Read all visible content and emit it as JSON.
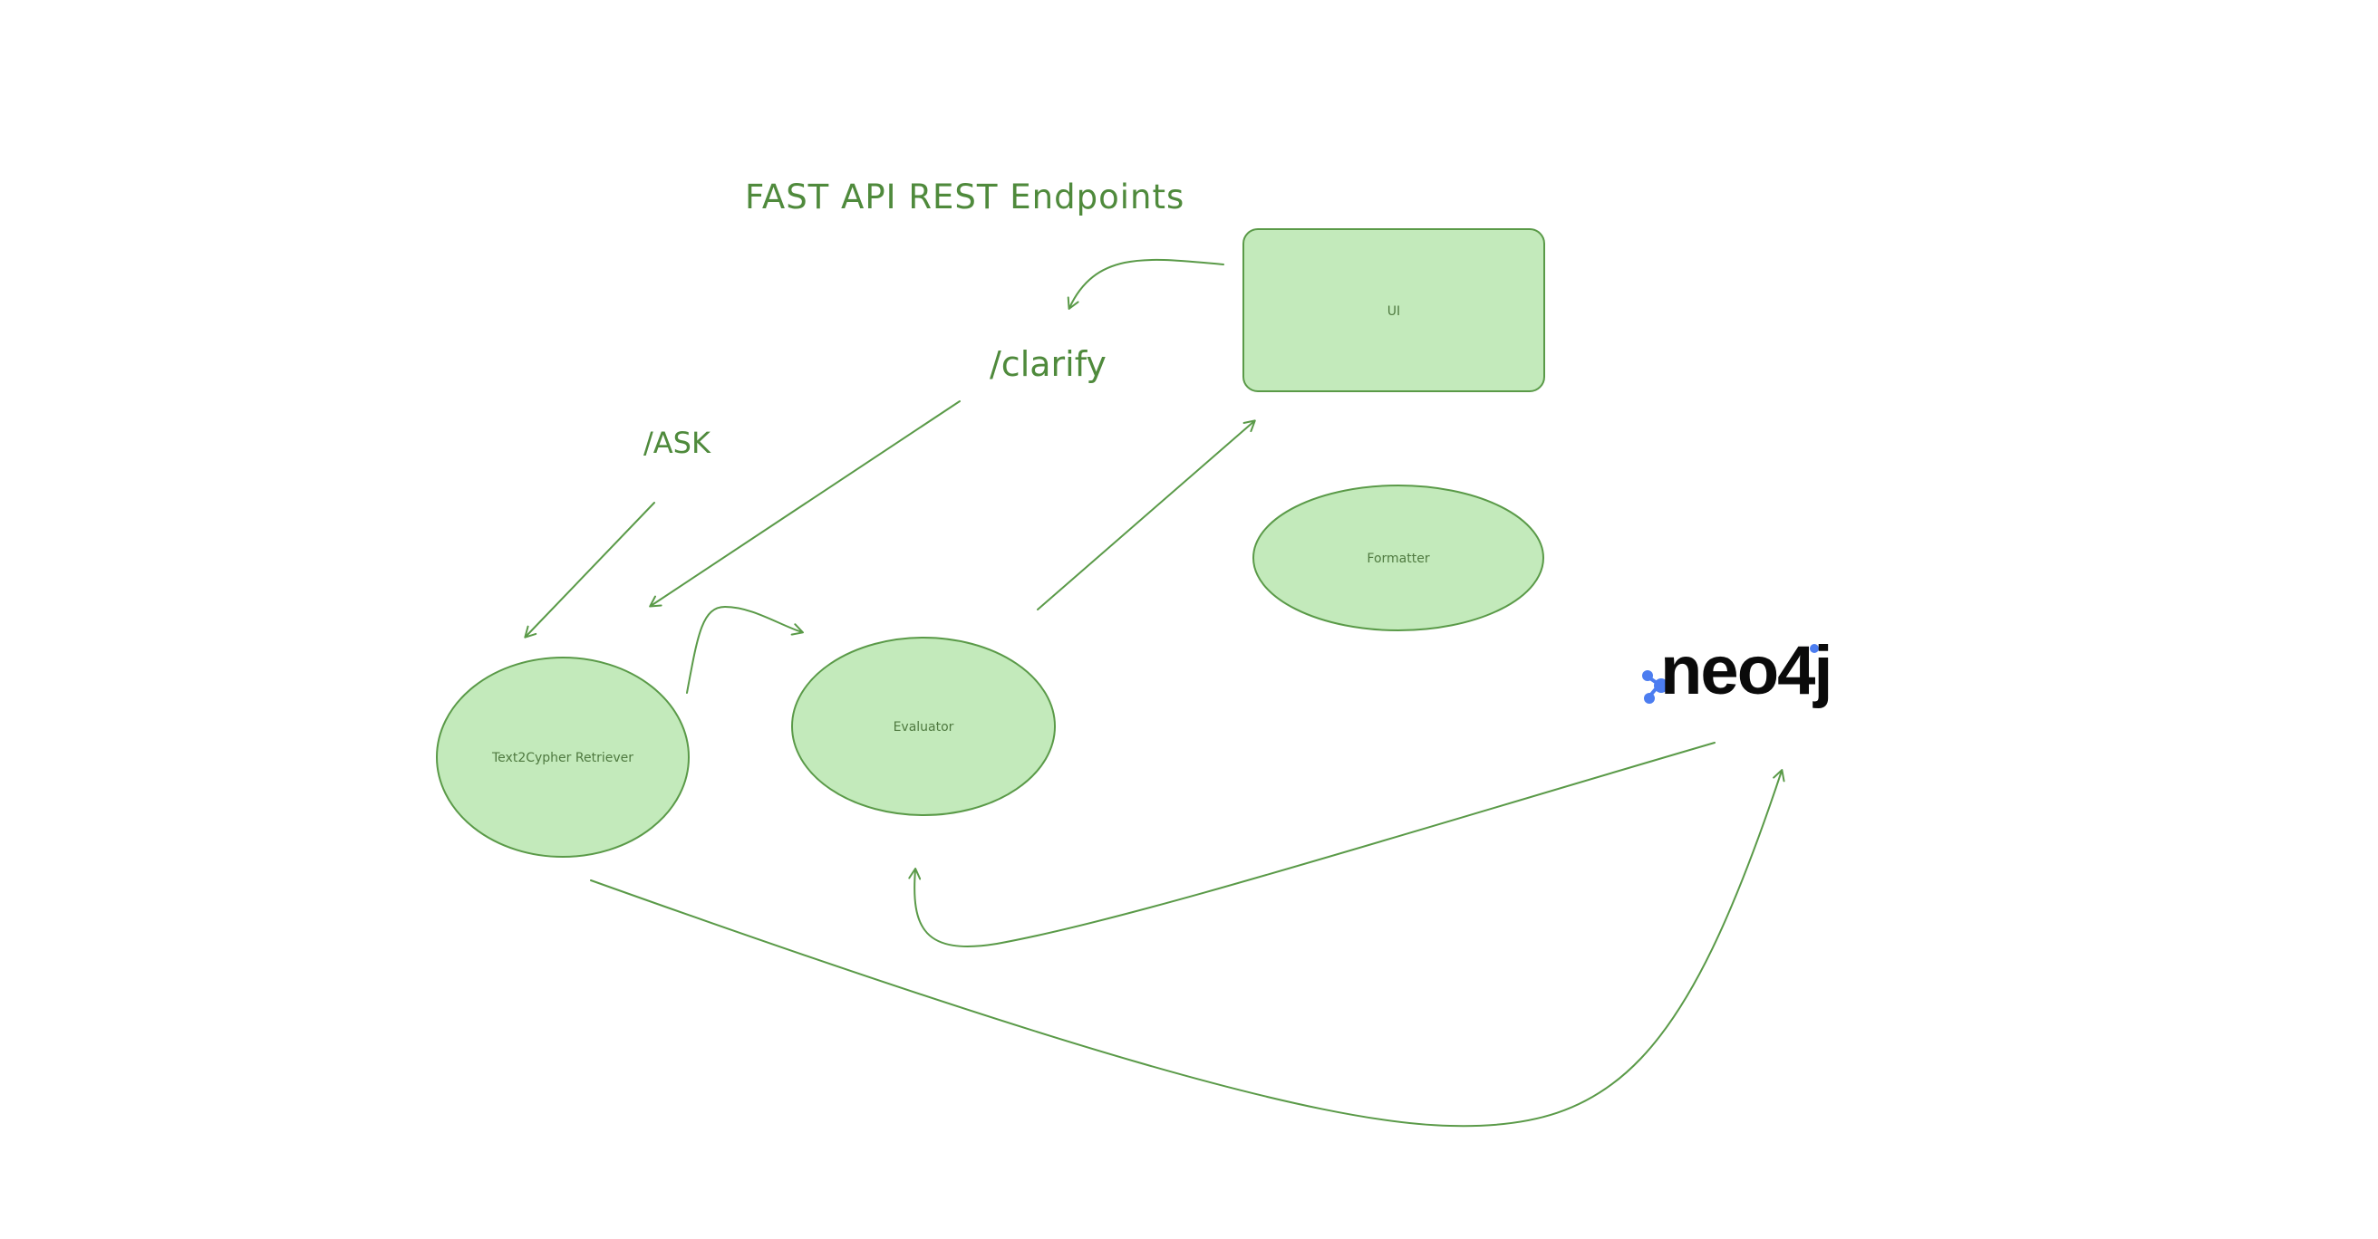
{
  "title": "FAST API REST Endpoints",
  "endpoints": {
    "clarify": "/clarify",
    "ask": "/ASK"
  },
  "nodes": {
    "ui": "UI",
    "formatter": "Formatter",
    "evaluator": "Evaluator",
    "retriever": "Text2Cypher Retriever"
  },
  "logo": {
    "text": "neo4j",
    "dot_color": "#4c7df0"
  },
  "colors": {
    "shape_fill": "#c3eabb",
    "stroke": "#5a9a48",
    "text": "#4f8a3c"
  }
}
